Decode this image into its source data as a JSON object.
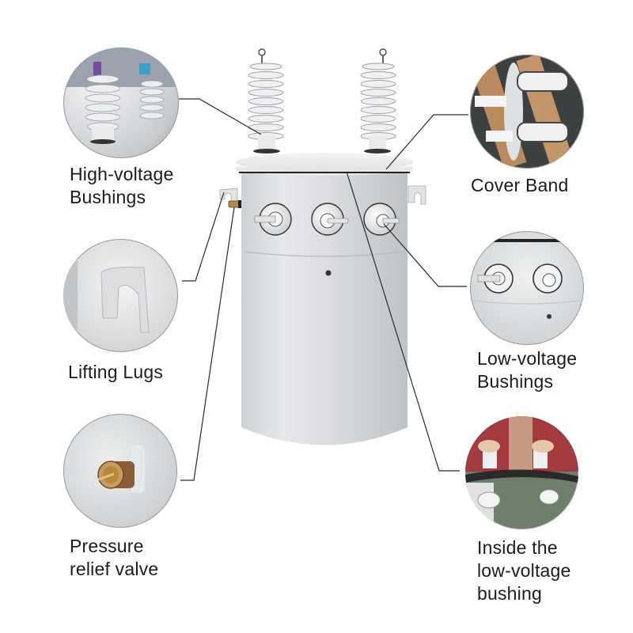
{
  "diagram": {
    "subject": "Pole-mounted single-phase transformer",
    "callouts": [
      {
        "id": "hv",
        "label_lines": [
          "High-voltage",
          "Bushings"
        ],
        "side": "left"
      },
      {
        "id": "lugs",
        "label_lines": [
          "Lifting Lugs"
        ],
        "side": "left"
      },
      {
        "id": "prv",
        "label_lines": [
          "Pressure",
          "relief valve"
        ],
        "side": "left"
      },
      {
        "id": "cover",
        "label_lines": [
          "Cover Band"
        ],
        "side": "right"
      },
      {
        "id": "lv",
        "label_lines": [
          "Low-voltage",
          "Bushings"
        ],
        "side": "right"
      },
      {
        "id": "inside",
        "label_lines": [
          "Inside the",
          "low-voltage",
          "bushing"
        ],
        "side": "right"
      }
    ],
    "colors": {
      "tank": "#dcdee0",
      "tank_shade": "#c4c7ca",
      "porcelain": "#eef0f1",
      "leader_line": "#2a2a2a",
      "label_text": "#1c1c1c",
      "brass": "#b7894a"
    }
  }
}
